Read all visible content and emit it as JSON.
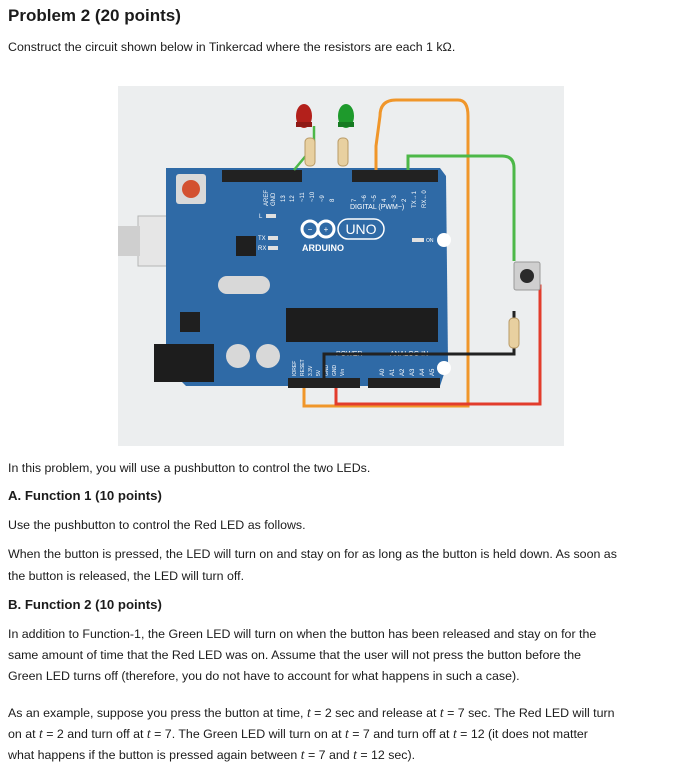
{
  "title": "Problem 2 (20 points)",
  "intro": "Construct the circuit shown below in Tinkercad where the resistors are each 1 kΩ.",
  "figure": {
    "board_brand": "ARDUINO",
    "board_model": "UNO",
    "header_digital": "DIGITAL (PWM~)",
    "header_power": "POWER",
    "header_analog": "ANALOG IN",
    "pin_labels_top": [
      "AREF",
      "GND",
      "13",
      "12",
      "~11",
      "~10",
      "~9",
      "8",
      "7",
      "~6",
      "~5",
      "4",
      "~3",
      "2",
      "TX→1",
      "RX←0"
    ],
    "pin_labels_bottom": [
      "IOREF",
      "RESET",
      "3.3V",
      "5V",
      "GND",
      "GND",
      "Vin"
    ],
    "analog_labels": [
      "A0",
      "A1",
      "A2",
      "A3",
      "A4",
      "A5"
    ],
    "tx_label": "TX",
    "rx_label": "RX",
    "l_label": "L",
    "on_label": "ON"
  },
  "p1": "In this problem, you will use a pushbutton to control the two LEDs.",
  "sectionA": "A. Function 1 (10 points)",
  "a1": "Use the pushbutton to control the Red LED as follows.",
  "a2_line1": "When the button is pressed, the LED will turn on and stay on for as long as the button is held down. As soon as",
  "a2_line2": "the button is released, the LED will turn off.",
  "sectionB": "B. Function 2 (10 points)",
  "b1_line1": "In addition to Function-1, the Green LED will turn on when the button has been released and stay on for the",
  "b1_line2": "same amount of time that the Red LED was on. Assume that the user will not press the button before the",
  "b1_line3": "Green LED turns off (therefore, you do not have to account for what happens in such a case).",
  "example": {
    "l1a": "As an example, suppose you press the button at time, ",
    "l1b": " = 2 sec and release at ",
    "l1c": " = 7 sec. The Red LED will turn",
    "l2a": "on at ",
    "l2b": " = 2 and turn off at ",
    "l2c": " = 7. The Green LED will turn on at ",
    "l2d": " = 7 and turn off at ",
    "l2e": " = 12 (it does not matter",
    "l3a": "what happens if the button is pressed again between ",
    "l3b": " = 7 and ",
    "l3c": " = 12 sec).",
    "var": "t"
  },
  "colors": {
    "board": "#2f6aa6",
    "red_led": "#b3201b",
    "green_led": "#1e9a2c",
    "wire_orange": "#f0962a",
    "wire_green": "#4db848",
    "wire_red": "#e23c2c",
    "wire_black": "#222222",
    "figure_bg": "#eceeef"
  }
}
